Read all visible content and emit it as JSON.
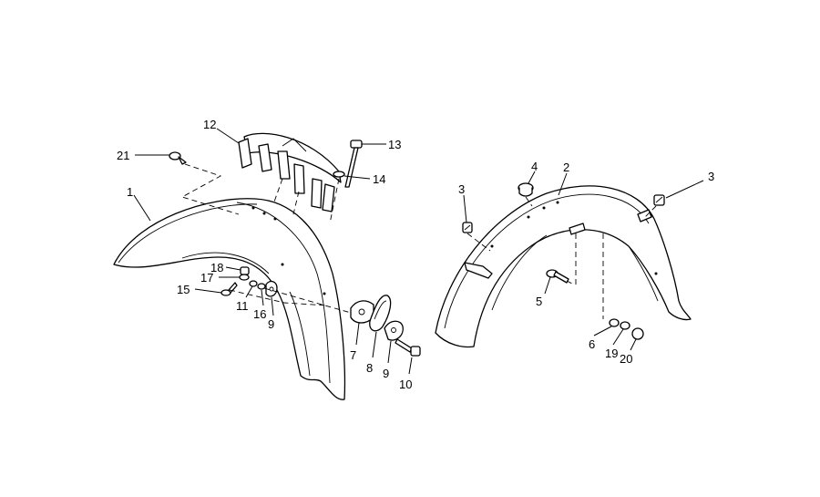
{
  "callouts": {
    "c1": "1",
    "c2": "2",
    "c3a": "3",
    "c3b": "3",
    "c4": "4",
    "c5": "5",
    "c6": "6",
    "c7": "7",
    "c8": "8",
    "c9a": "9",
    "c9b": "9",
    "c10": "10",
    "c11": "11",
    "c12": "12",
    "c13": "13",
    "c14": "14",
    "c15": "15",
    "c16": "16",
    "c17": "17",
    "c18": "18",
    "c19": "19",
    "c20": "20",
    "c21": "21"
  }
}
